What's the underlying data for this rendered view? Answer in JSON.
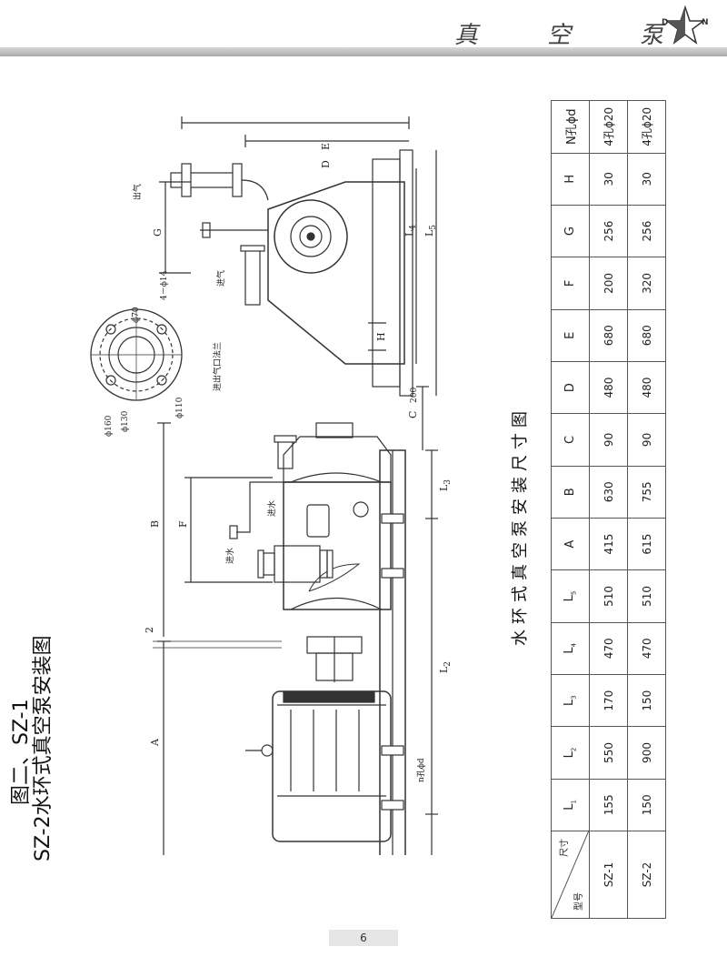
{
  "header": {
    "title_chars": [
      "真",
      "空",
      "泵"
    ],
    "logo_letters": {
      "left": "D",
      "right": "N"
    }
  },
  "figure": {
    "title_line1": "图二、SZ-1",
    "title_line2": "SZ-2水环式真空泵安装图",
    "labels": {
      "A": "A",
      "B": "B",
      "C": "C",
      "D": "D",
      "E": "E",
      "F": "F",
      "G": "G",
      "H": "H",
      "two": "2",
      "c_value": "200",
      "L1": "L",
      "L2": "L",
      "L3": "L",
      "L4": "L",
      "L5": "L",
      "L1_sub": "1",
      "L2_sub": "2",
      "L3_sub": "3",
      "L4_sub": "4",
      "L5_sub": "5",
      "n_holes": "n孔ϕd",
      "water_in": "进水",
      "water_in_small": "进水",
      "flange": "进出气口法兰",
      "d70": "ϕ70",
      "d14": "4－ϕ14",
      "d160": "ϕ160",
      "d130": "ϕ130",
      "d110": "ϕ110",
      "gas_out": "出气",
      "gas_in": "进气"
    }
  },
  "table": {
    "caption": "水环式真空泵安装尺寸图",
    "corner_top": "尺寸",
    "corner_bottom": "型号",
    "columns": [
      {
        "main": "L",
        "sub": "1"
      },
      {
        "main": "L",
        "sub": "2"
      },
      {
        "main": "L",
        "sub": "3"
      },
      {
        "main": "L",
        "sub": "4"
      },
      {
        "main": "L",
        "sub": "5"
      },
      {
        "main": "A",
        "sub": ""
      },
      {
        "main": "B",
        "sub": ""
      },
      {
        "main": "C",
        "sub": ""
      },
      {
        "main": "D",
        "sub": ""
      },
      {
        "main": "E",
        "sub": ""
      },
      {
        "main": "F",
        "sub": ""
      },
      {
        "main": "G",
        "sub": ""
      },
      {
        "main": "H",
        "sub": ""
      },
      {
        "main": "N孔ϕd",
        "sub": ""
      }
    ],
    "rows": [
      {
        "model": "SZ-1",
        "values": [
          "155",
          "550",
          "170",
          "470",
          "510",
          "415",
          "630",
          "90",
          "480",
          "680",
          "200",
          "256",
          "30",
          "4孔ϕ20"
        ]
      },
      {
        "model": "SZ-2",
        "values": [
          "150",
          "900",
          "150",
          "470",
          "510",
          "615",
          "755",
          "90",
          "480",
          "680",
          "320",
          "256",
          "30",
          "4孔ϕ20"
        ]
      }
    ]
  },
  "page_number": "6"
}
